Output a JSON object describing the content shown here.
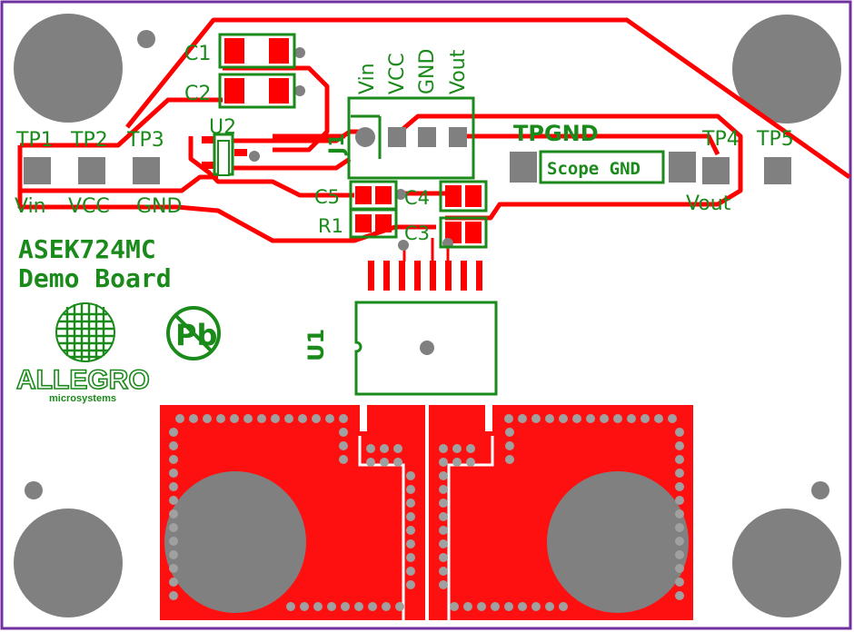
{
  "colors": {
    "board_outline": "#7030a0",
    "copper": "#ff0000",
    "copper_pour": "#ff1010",
    "silkscreen": "#1a8a1a",
    "pad": "#808080",
    "background": "#ffffff"
  },
  "board": {
    "title_line1": "ASEK724MC",
    "title_line2": "Demo Board"
  },
  "testpoints": {
    "tp1": "TP1",
    "tp2": "TP2",
    "tp3": "TP3",
    "tp4": "TP4",
    "tp5": "TP5",
    "tpgnd": "TPGND"
  },
  "net_labels": {
    "vin": "Vin",
    "vcc": "VCC",
    "gnd": "GND",
    "vout": "Vout"
  },
  "header_pins": [
    "Vin",
    "VCC",
    "GND",
    "Vout"
  ],
  "components": {
    "c1": "C1",
    "c2": "C2",
    "c3": "C3",
    "c4": "C4",
    "c5": "C5",
    "r1": "R1",
    "u1": "U1",
    "u2": "U2",
    "j1": "J1"
  },
  "scope_gnd": "Scope GND",
  "logo": {
    "brand": "ALLEGRO",
    "sub": "microsystems",
    "pb_free": "Pb"
  }
}
